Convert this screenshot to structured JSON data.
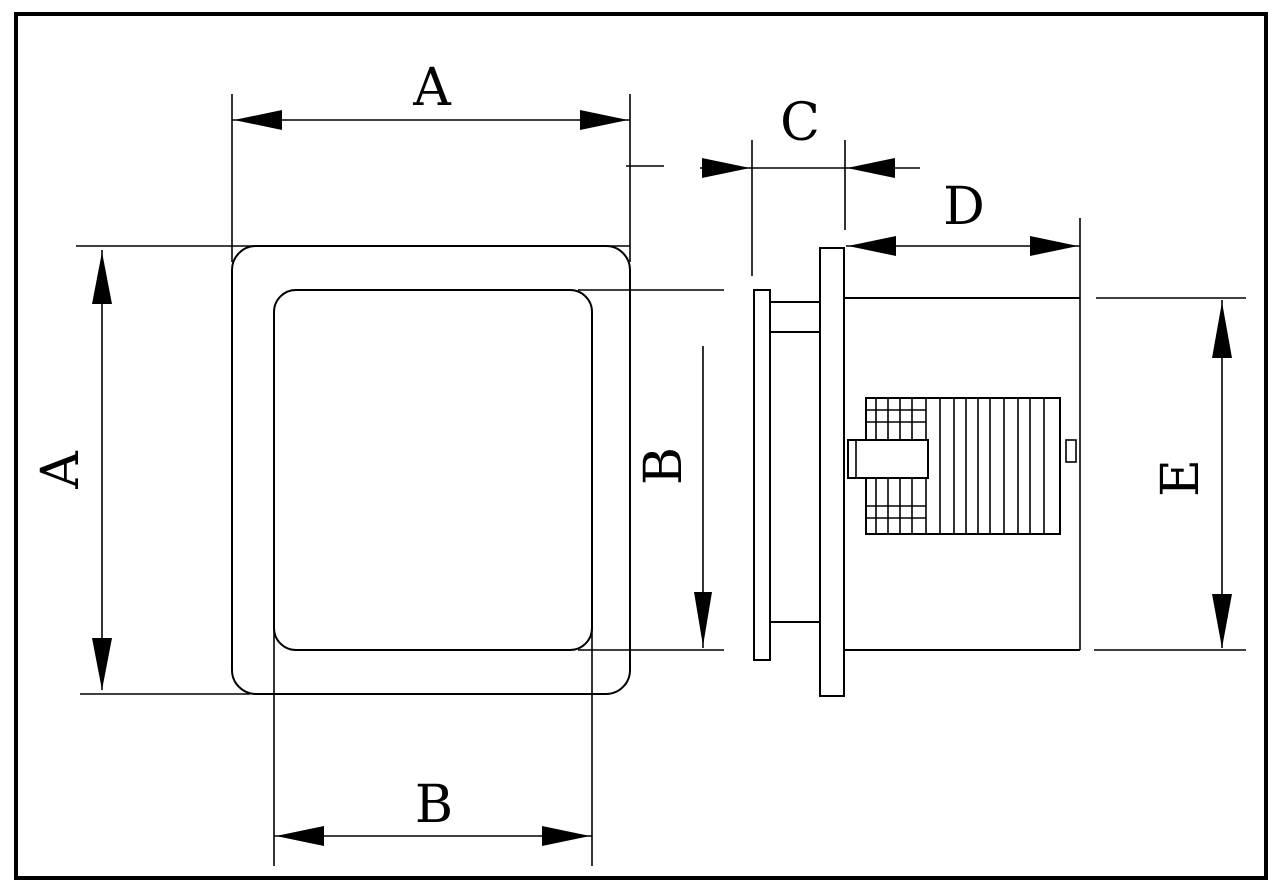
{
  "labels": {
    "top_a": "A",
    "left_a": "A",
    "bottom_b": "B",
    "mid_b": "B",
    "c": "C",
    "d": "D",
    "e": "E"
  }
}
